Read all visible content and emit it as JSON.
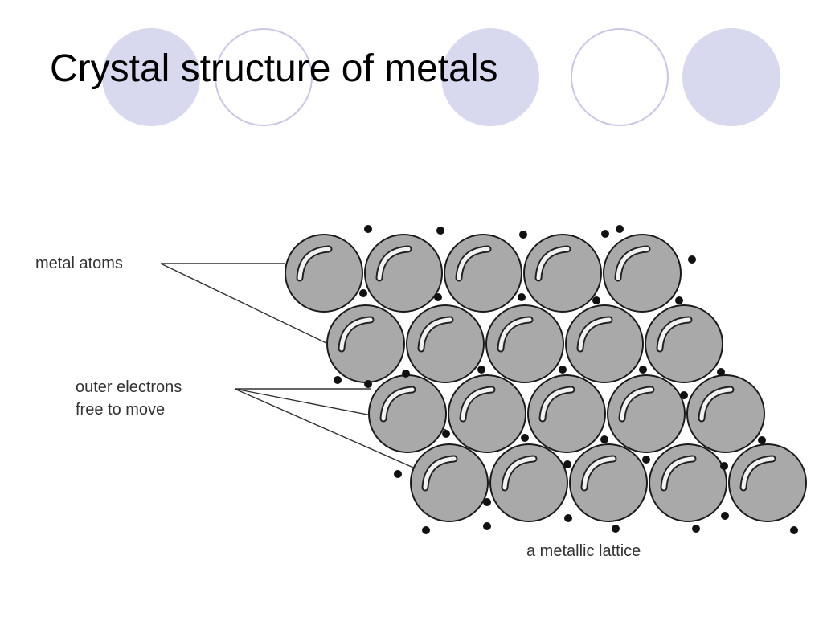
{
  "slide": {
    "title": "Crystal structure of metals"
  },
  "decoration": {
    "circles": [
      "filled",
      "outline",
      "filled",
      "outline",
      "filled"
    ],
    "fill_color": "#d8d8ee",
    "outline_color": "#c8c8e4"
  },
  "diagram": {
    "labels": {
      "metal_atoms": "metal atoms",
      "outer_electrons_line1": "outer electrons",
      "outer_electrons_line2": "free to move",
      "lattice": "a metallic lattice"
    },
    "lattice_rows": [
      5,
      5,
      5,
      5
    ],
    "atom_color": "#a9a9a9",
    "electron_color": "#111111"
  }
}
